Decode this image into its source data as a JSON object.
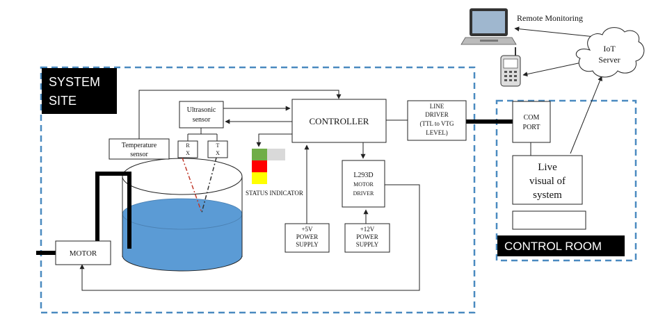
{
  "labels": {
    "system_site_line1": "SYSTEM",
    "system_site_line2": "SITE",
    "control_room": "CONTROL ROOM",
    "controller": "CONTROLLER",
    "ultrasonic_line1": "Ultrasonic",
    "ultrasonic_line2": "sensor",
    "temperature_line1": "Temperature",
    "temperature_line2": "sensor",
    "rx_top": "R",
    "rx_bottom": "X",
    "tx_top": "T",
    "tx_bottom": "X",
    "status_indicator": "STATUS INDICATOR",
    "l293d_line1": "L293D",
    "l293d_line2": "MOTOR",
    "l293d_line3": "DRIVER",
    "motor": "MOTOR",
    "ps5_line1": "+5V",
    "ps5_line2": "POWER",
    "ps5_line3": "SUPPLY",
    "ps12_line1": "+12V",
    "ps12_line2": "POWER",
    "ps12_line3": "SUPPLY",
    "line_driver_line1": "LINE",
    "line_driver_line2": "DRIVER",
    "line_driver_line3": "(TTL to VTG",
    "line_driver_line4": "LEVEL)",
    "com_port_line1": "COM",
    "com_port_line2": "PORT",
    "live_line1": "Live",
    "live_line2": "visual of",
    "live_line3": "system",
    "iot_line1": "IoT",
    "iot_line2": "Server",
    "remote_monitoring": "Remote Monitoring"
  },
  "icons": {
    "laptop": "laptop-icon",
    "phone": "mobile-phone-icon",
    "cloud": "cloud-icon"
  },
  "colors": {
    "dashed_border": "#4a8ac0",
    "water": "#5b9bd5",
    "status_green": "#70ad47",
    "status_red": "#ff0000",
    "status_yellow": "#ffff00",
    "status_gray": "#d9d9d9"
  }
}
